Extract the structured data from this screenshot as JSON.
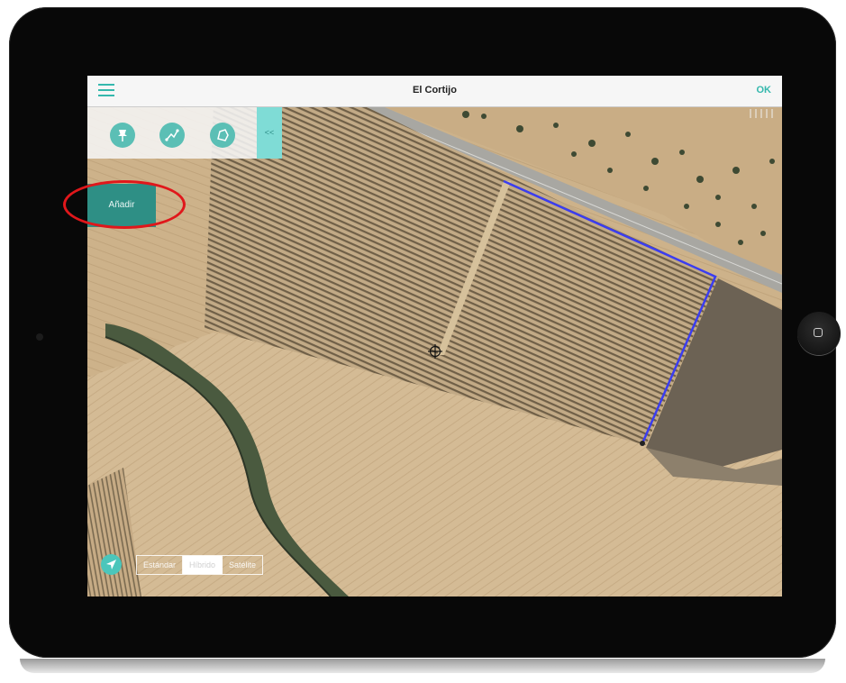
{
  "navbar": {
    "title": "El Cortijo",
    "ok_label": "OK",
    "menu_icon": "hamburger-icon"
  },
  "toolbar": {
    "tools": [
      {
        "icon": "pin-icon"
      },
      {
        "icon": "line-icon"
      },
      {
        "icon": "polygon-icon"
      }
    ],
    "collapse_label": "<<"
  },
  "add_button_label": "Añadir",
  "map_type": {
    "options": [
      "Estándar",
      "Híbrido",
      "Satélite"
    ],
    "selected": "Híbrido"
  },
  "colors": {
    "accent": "#35b8ad",
    "add_button": "#2e8f85",
    "drawn_line": "#3b3df0",
    "annotation": "#e0171b"
  }
}
